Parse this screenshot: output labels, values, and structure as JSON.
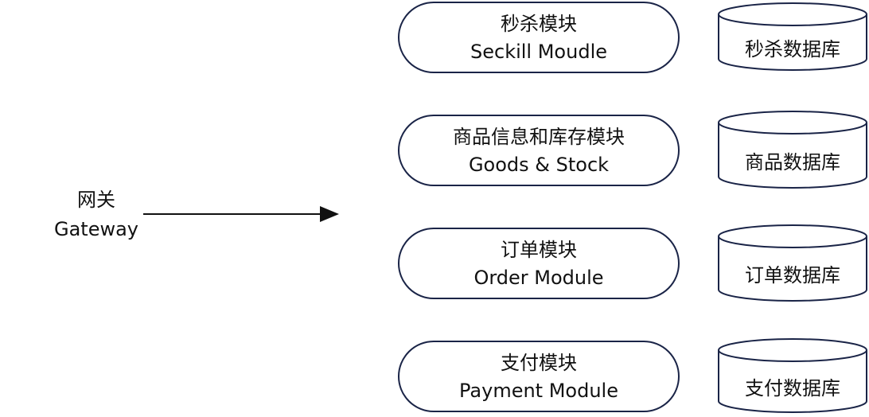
{
  "gateway": {
    "zh": "网关",
    "en": "Gateway"
  },
  "modules": [
    {
      "zh": "秒杀模块",
      "en": "Seckill Moudle"
    },
    {
      "zh": "商品信息和库存模块",
      "en": "Goods & Stock"
    },
    {
      "zh": "订单模块",
      "en": "Order Module"
    },
    {
      "zh": "支付模块",
      "en": "Payment Module"
    }
  ],
  "databases": [
    {
      "label": "秒杀数据库"
    },
    {
      "label": "商品数据库"
    },
    {
      "label": "订单数据库"
    },
    {
      "label": "支付数据库"
    }
  ],
  "colors": {
    "stroke": "#1a2447"
  }
}
